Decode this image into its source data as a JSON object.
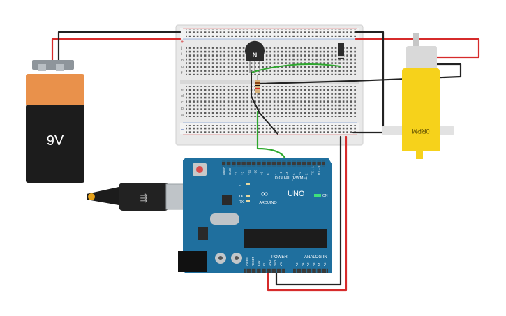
{
  "battery": {
    "label": "9V",
    "colors": {
      "body": "#1c1c1c",
      "cap": "#e9914b",
      "terminal": "#9aa0a6"
    }
  },
  "transistor": {
    "label": "N"
  },
  "motor": {
    "label": "0RPM"
  },
  "arduino": {
    "brand": "ARDUINO",
    "model": "UNO",
    "on_label": "ON",
    "digital_header": "DIGITAL (PWM~)",
    "power_header": "POWER",
    "analog_header": "ANALOG IN",
    "led_labels": [
      "L",
      "TX",
      "RX"
    ],
    "digital_pins": [
      "AREF",
      "GND",
      "13",
      "12",
      "~11",
      "~10",
      "~9",
      "8",
      "7",
      "~6",
      "~5",
      "4",
      "~3",
      "2",
      "TX→1",
      "RX←0"
    ],
    "power_pins": [
      "IOREF",
      "RESET",
      "3.3V",
      "5V",
      "GND",
      "GND",
      "Vin"
    ],
    "analog_pins": [
      "A0",
      "A1",
      "A2",
      "A3",
      "A4",
      "A5"
    ]
  },
  "breadboard": {
    "row_letters_top": [
      "a",
      "b",
      "c",
      "d",
      "e"
    ],
    "row_letters_bottom": [
      "f",
      "g",
      "h",
      "i",
      "j"
    ],
    "rail_plus": "+",
    "rail_minus": "−"
  },
  "colors": {
    "wire_red": "#d62b2b",
    "wire_black": "#222222",
    "wire_green": "#2ea82e",
    "board_blue": "#1f6f9e",
    "motor_yellow": "#f6d21b",
    "breadboard": "#e8e8e8"
  }
}
